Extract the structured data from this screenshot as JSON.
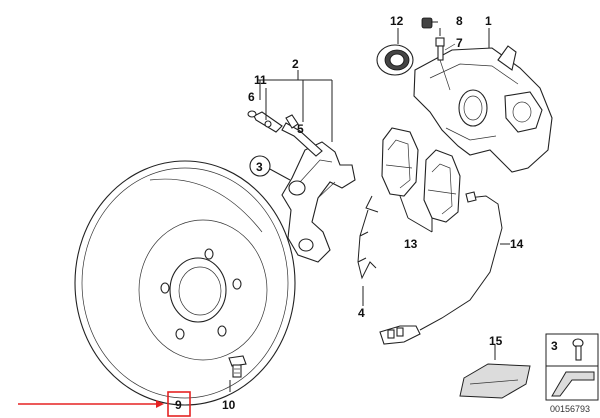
{
  "callouts": {
    "c1": "1",
    "c2": "2",
    "c3": "3",
    "c4": "4",
    "c5": "5",
    "c6": "6",
    "c7": "7",
    "c8": "8",
    "c9": "9",
    "c10": "10",
    "c11": "11",
    "c12": "12",
    "c13": "13",
    "c14": "14",
    "c15": "15",
    "legend3": "3"
  },
  "doc_number": "00156793",
  "colors": {
    "highlight": "#e52222",
    "line": "#222222",
    "fill_grey": "#dcdcdc"
  }
}
